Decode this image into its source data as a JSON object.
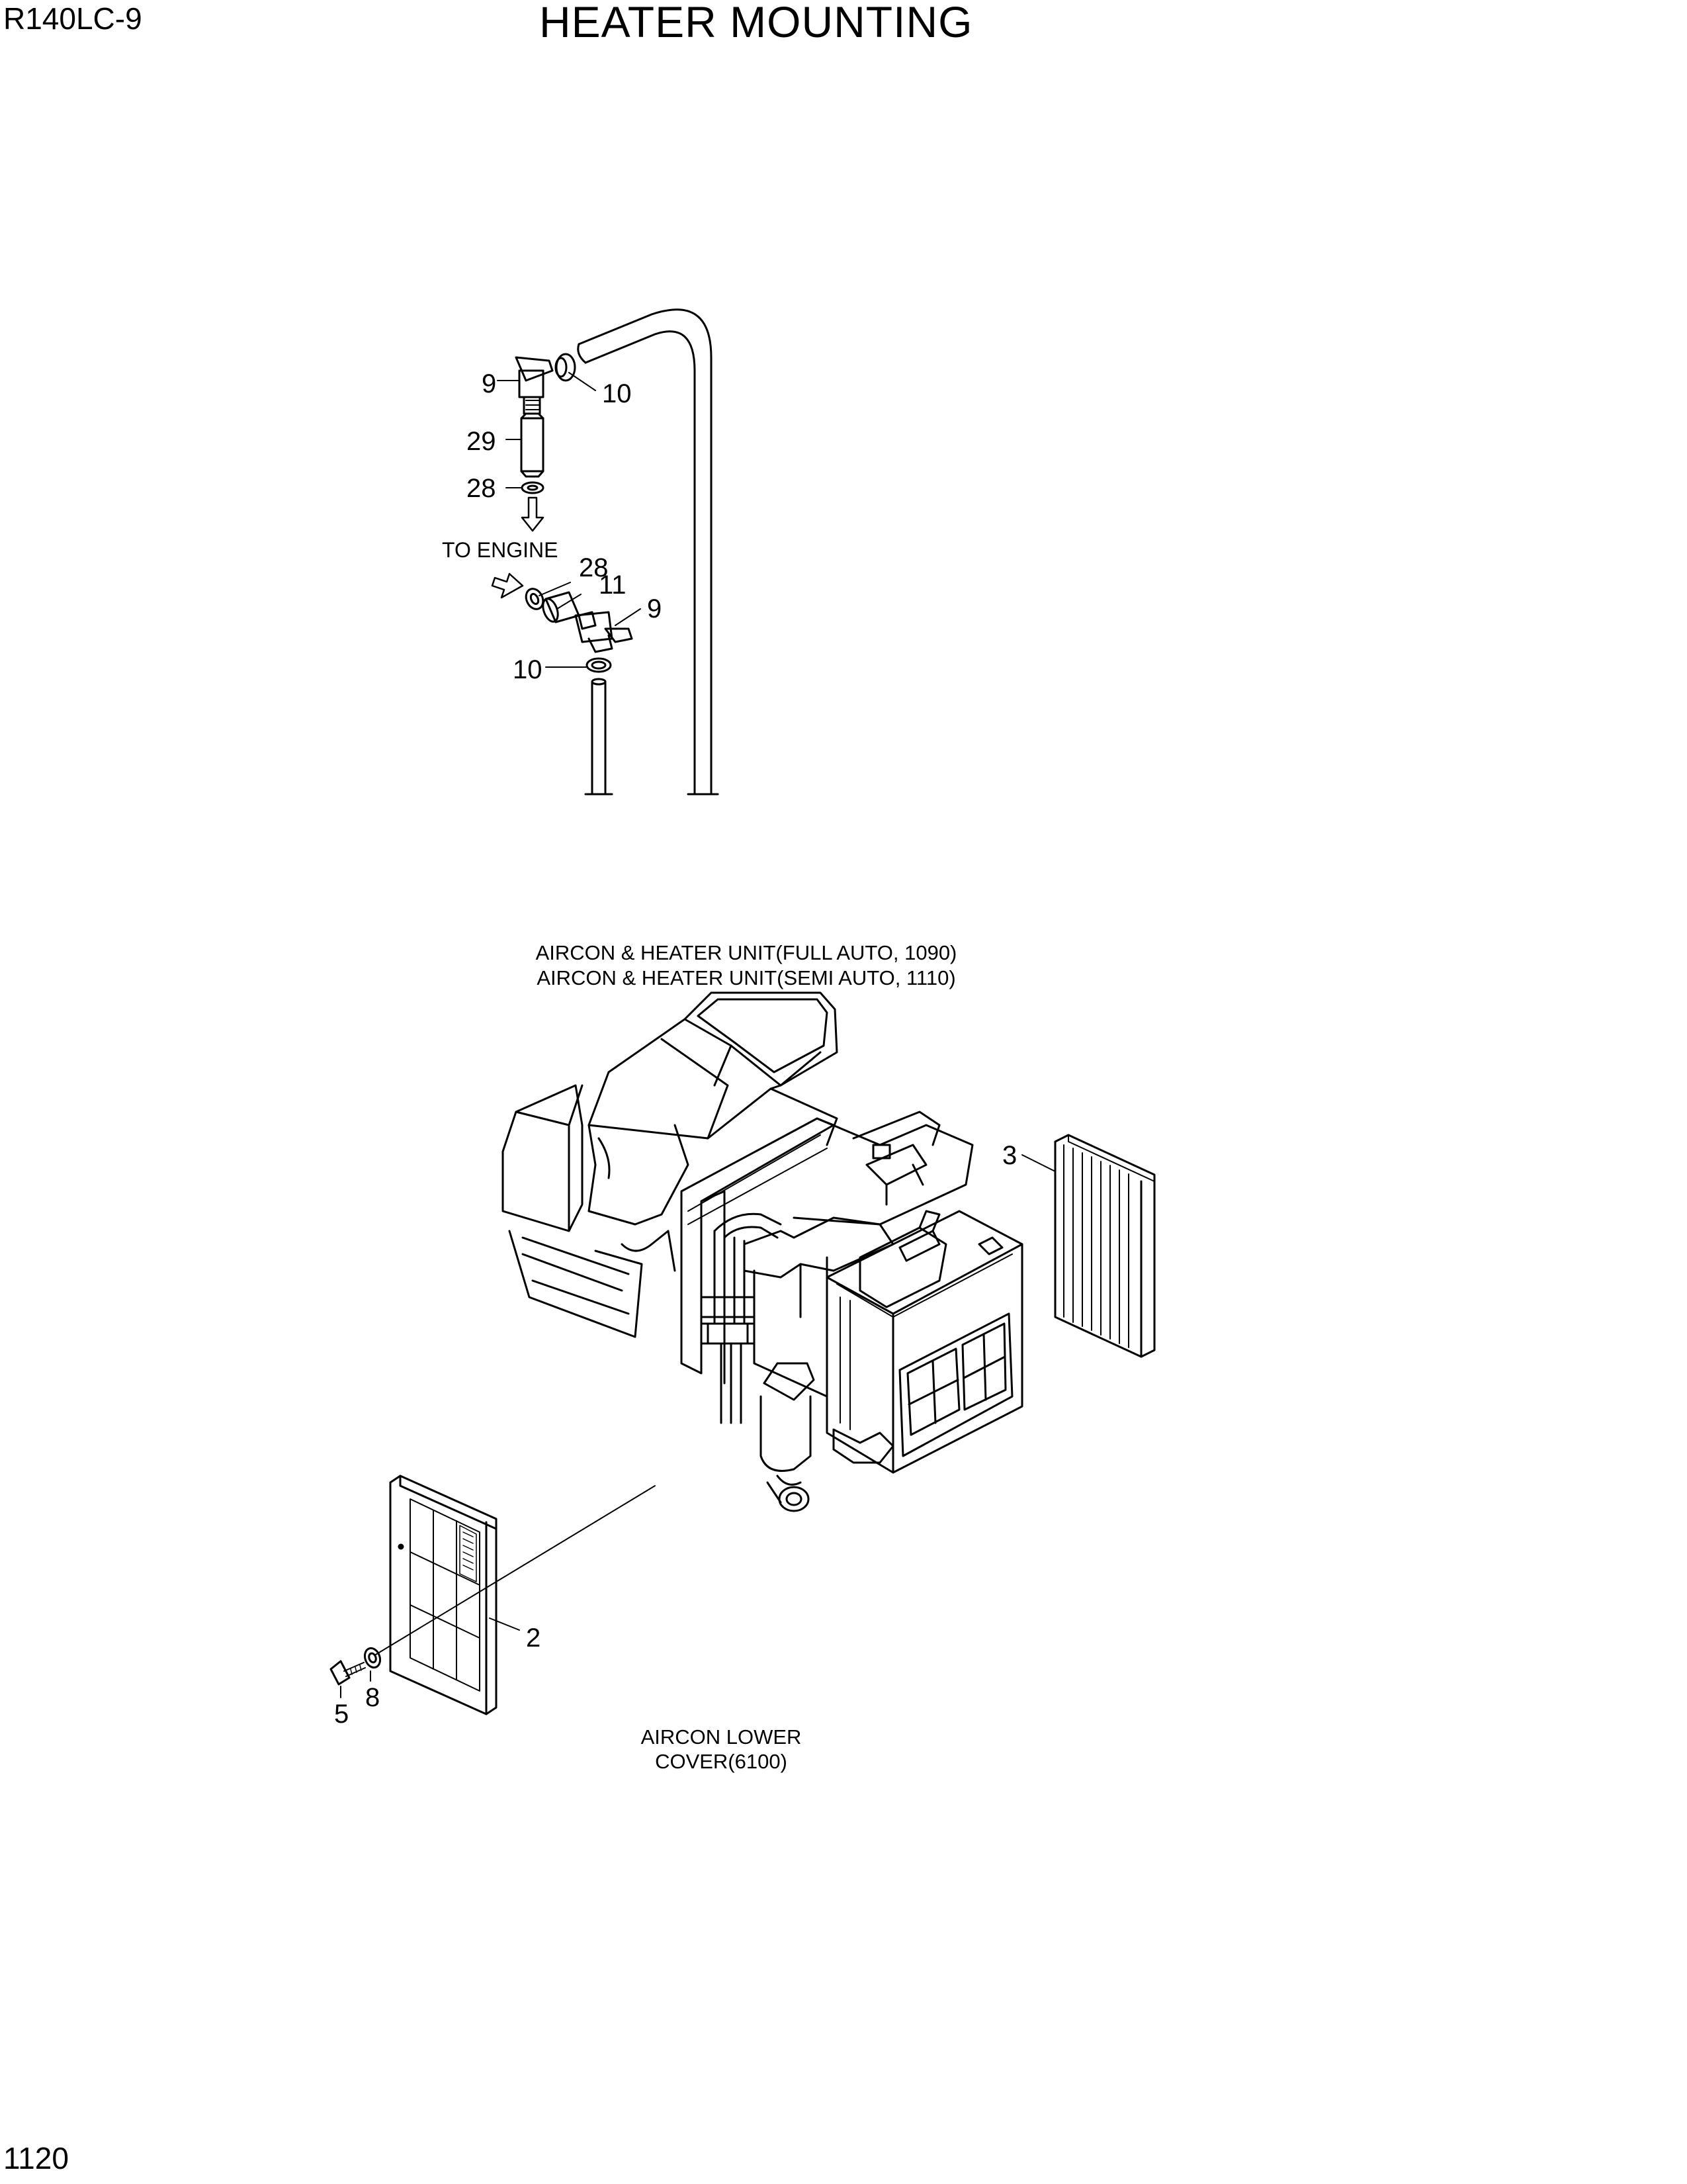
{
  "header": {
    "model": "R140LC-9",
    "title": "HEATER MOUNTING"
  },
  "footer": {
    "page_number": "1120"
  },
  "notes": {
    "to_engine": "TO ENGINE",
    "unit_line1": "AIRCON & HEATER UNIT(FULL AUTO, 1090)",
    "unit_line2": "AIRCON & HEATER UNIT(SEMI AUTO, 1110)",
    "lower_cover_line1": "AIRCON LOWER",
    "lower_cover_line2": "COVER(6100)"
  },
  "callouts": {
    "c9_top": "9",
    "c10_top": "10",
    "c29": "29",
    "c28_top": "28",
    "c28_mid": "28",
    "c11": "11",
    "c9_mid": "9",
    "c10_mid": "10",
    "c3": "3",
    "c2": "2",
    "c5": "5",
    "c8": "8"
  }
}
